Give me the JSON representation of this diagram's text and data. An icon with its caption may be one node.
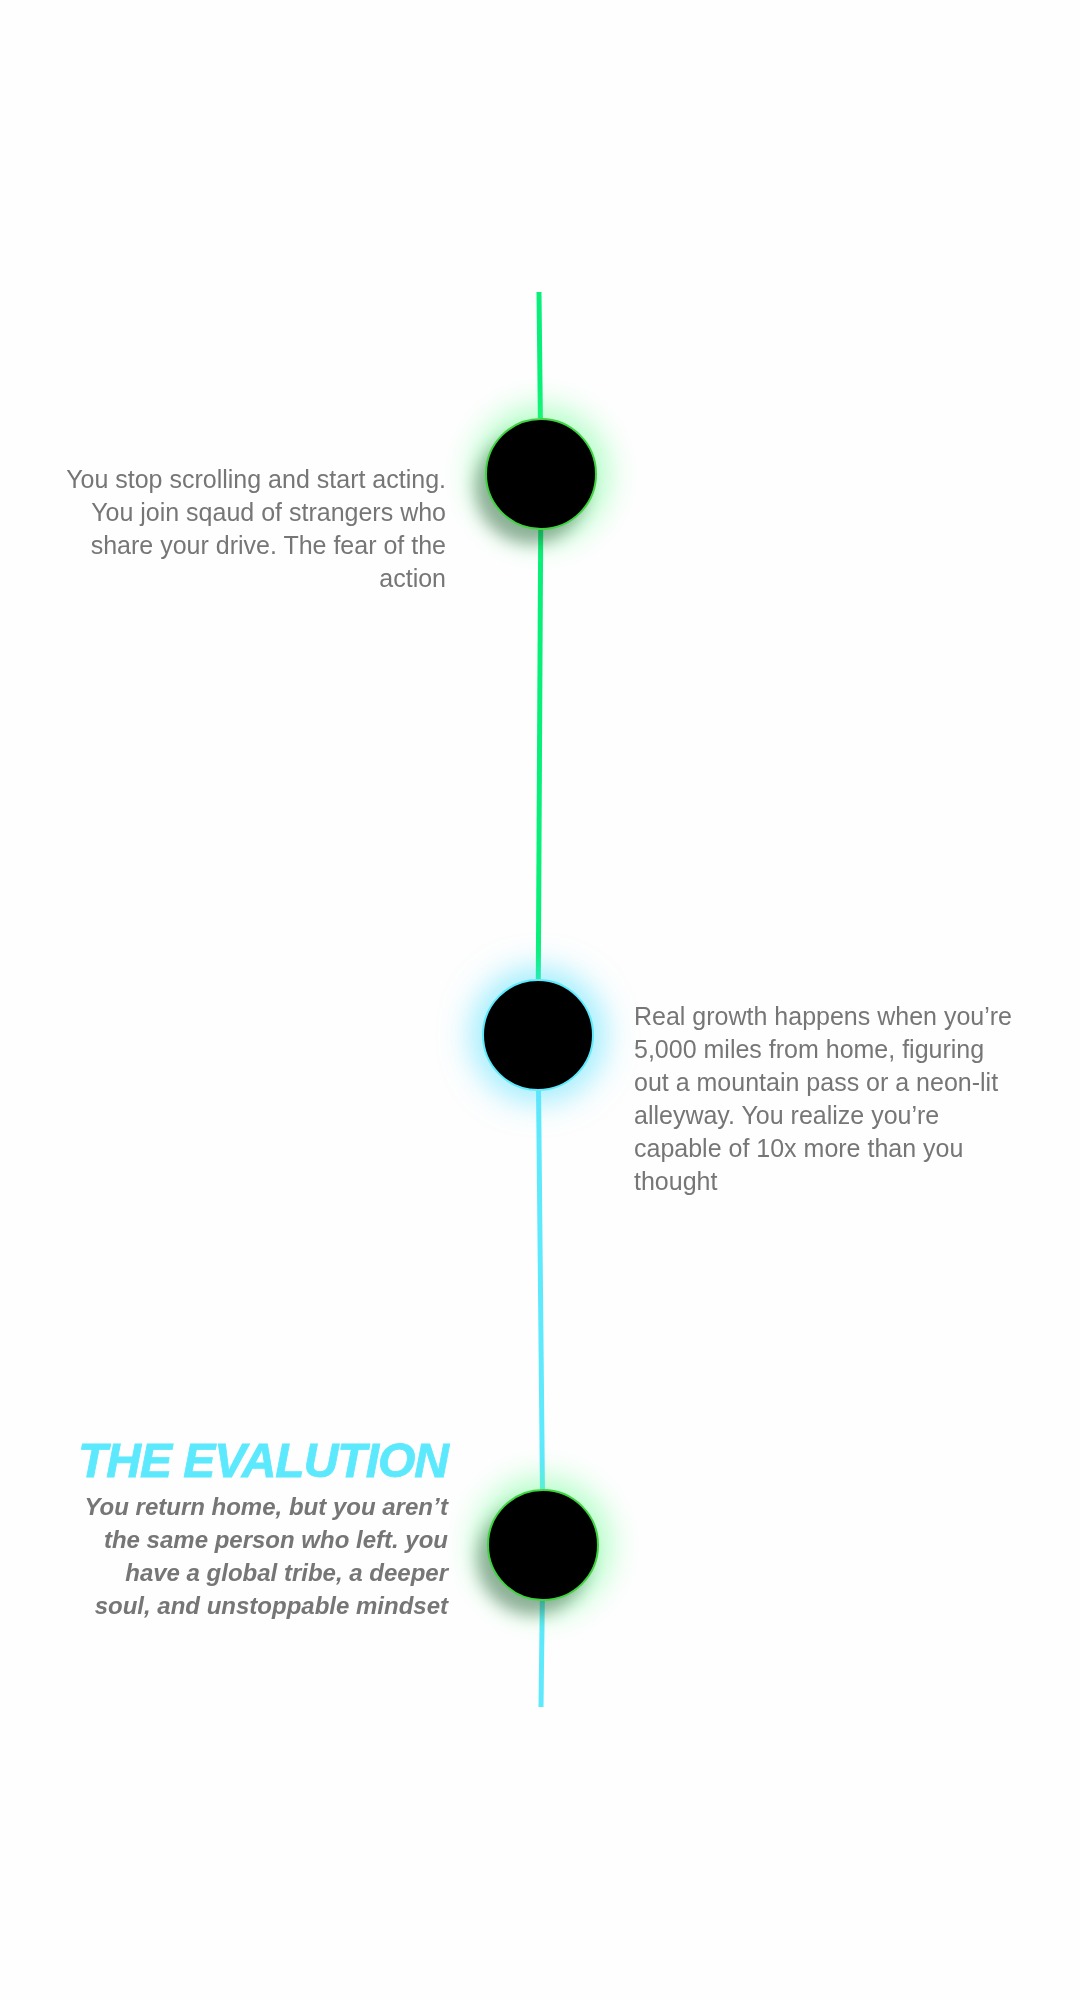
{
  "diagram": {
    "nodes": [
      {
        "text": [],
        "shape": "circle",
        "beside": [
          "You stop scrolling and start acting. You join sqaud of strangers who share your drive. The fear of the action"
        ]
      },
      {
        "text": [],
        "shape": "circle",
        "beside": [
          "Real growth happens when you’re 5,000 miles from home, figuring out a mountain pass or a neon-lit alleyway. You realize you’re capable of 10x more than you thought"
        ]
      },
      {
        "text": [],
        "shape": "circle",
        "beside": [
          "THE EVALUTION",
          "You return home, but you aren’t the same person who left. you have a global tribe, a deeper soul, and unstoppable mindset"
        ]
      }
    ],
    "edges": [
      {
        "from": null,
        "to": 0,
        "arrow": "none"
      },
      {
        "from": 0,
        "to": 1,
        "arrow": "none"
      },
      {
        "from": 1,
        "to": 2,
        "arrow": "none",
        "color": "#5ee9fc"
      },
      {
        "from": 2,
        "to": null,
        "arrow": "none",
        "color": "#5ee9fc"
      }
    ]
  }
}
